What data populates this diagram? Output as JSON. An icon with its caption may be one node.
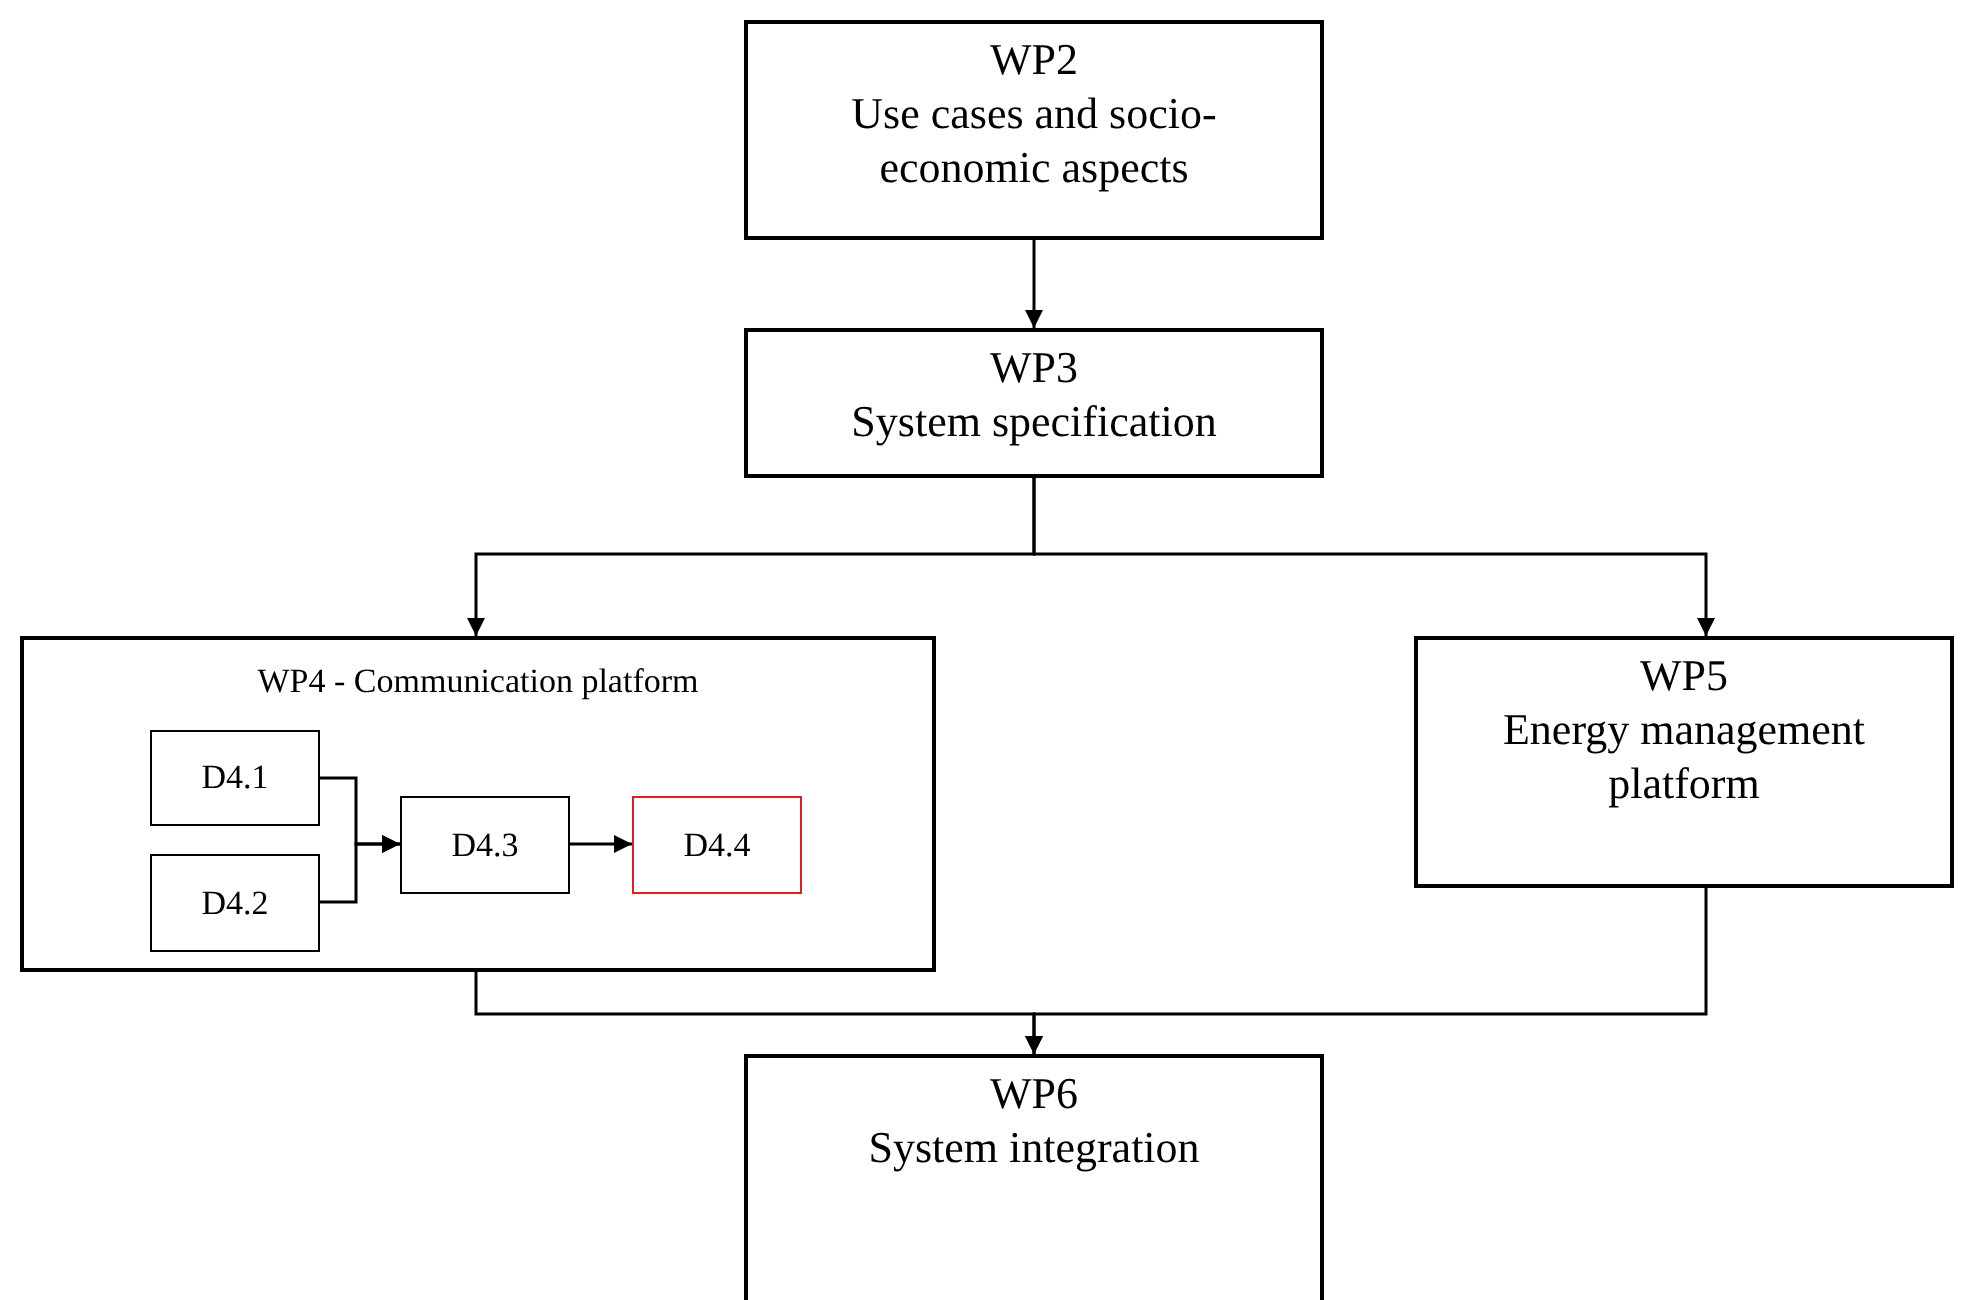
{
  "diagram": {
    "nodes": [
      {
        "text": [
          "WP2",
          "Use cases and socio-economic aspects"
        ]
      },
      {
        "text": [
          "WP3",
          "System specification"
        ]
      },
      {
        "text": [
          "WP4 - Communication platform"
        ]
      },
      {
        "text": [
          "D4.1"
        ],
        "in": 2
      },
      {
        "text": [
          "D4.2"
        ],
        "in": 2
      },
      {
        "text": [
          "D4.3"
        ],
        "in": 2
      },
      {
        "text": [
          "D4.4"
        ],
        "in": 2
      },
      {
        "text": [
          "WP5",
          "Energy management platform"
        ]
      },
      {
        "text": [
          "WP6",
          "System integration"
        ]
      }
    ],
    "edges": [
      {
        "from": 0,
        "to": 1,
        "arrow": "to"
      },
      {
        "from": 1,
        "to": 2,
        "arrow": "to"
      },
      {
        "from": 1,
        "to": 7,
        "arrow": "to"
      },
      {
        "from": 2,
        "to": 8,
        "arrow": "to"
      },
      {
        "from": 7,
        "to": 8,
        "arrow": "to"
      },
      {
        "from": 3,
        "to": 5,
        "arrow": "to"
      },
      {
        "from": 4,
        "to": 5,
        "arrow": "to"
      },
      {
        "from": 5,
        "to": 6,
        "arrow": "to"
      }
    ]
  }
}
